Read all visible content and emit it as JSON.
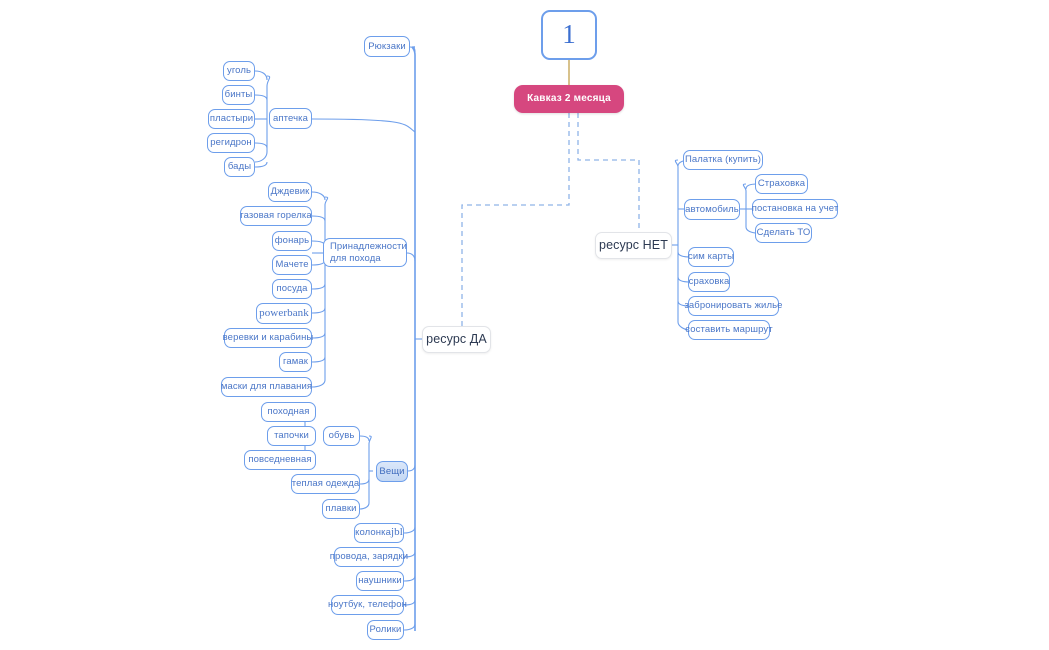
{
  "document": {
    "type": "mind-map",
    "title": "Кавказ 2 месяца",
    "colors": {
      "branch_stroke": "#6d9eeb",
      "node_border": "#6d9eeb",
      "node_text": "#4a76c7",
      "root_accent": "#d6477f",
      "root_connector": "#c8a85a",
      "dashed_link": "#8fb4e8",
      "neutral_text": "#2d3a52",
      "neutral_border": "#e2e4e8",
      "selected_fill": "#c4d8f4",
      "background": "#ffffff"
    }
  },
  "root": {
    "label": "1"
  },
  "main_topic": {
    "label": "Кавказ 2 месяца"
  },
  "branches": [
    {
      "id": "resource-yes",
      "label": "ресурс ДА",
      "style": "grey",
      "children": [
        {
          "id": "ryukzaki",
          "label": "Рюкзаки",
          "children": []
        },
        {
          "id": "aptechka",
          "label": "аптечка",
          "children": [
            {
              "id": "ugol",
              "label": "уголь"
            },
            {
              "id": "binty",
              "label": "бинты"
            },
            {
              "id": "plastyri",
              "label": "пластыри"
            },
            {
              "id": "regidron",
              "label": "регидрон"
            },
            {
              "id": "bady",
              "label": "бады"
            }
          ]
        },
        {
          "id": "prinadlezhnosti",
          "label": "Принадлежности для похода",
          "children": [
            {
              "id": "dzhdevik",
              "label": "Дждевик"
            },
            {
              "id": "gorelka",
              "label": "газовая горелка"
            },
            {
              "id": "fonar",
              "label": "фонарь"
            },
            {
              "id": "machete",
              "label": "Мачете"
            },
            {
              "id": "posuda",
              "label": "посуда"
            },
            {
              "id": "powerbank",
              "label": "powerbank",
              "font": "serif"
            },
            {
              "id": "verevki",
              "label": "веревки и карабины"
            },
            {
              "id": "gamak",
              "label": "гамак"
            },
            {
              "id": "maski",
              "label": "маски для плавания"
            }
          ]
        },
        {
          "id": "veshchi",
          "label": "Вещи",
          "style": "filled",
          "children": [
            {
              "id": "obuv",
              "label": "обувь",
              "children": [
                {
                  "id": "pohodnaya",
                  "label": "походная"
                },
                {
                  "id": "tapochki",
                  "label": "тапочки"
                },
                {
                  "id": "povsednevnaya",
                  "label": "повседневная"
                }
              ]
            },
            {
              "id": "teplaya",
              "label": "теплая одежда"
            },
            {
              "id": "plavki",
              "label": "плавки"
            }
          ]
        },
        {
          "id": "kolonka",
          "label": "колонка jbl",
          "font": "serif-mixed"
        },
        {
          "id": "provoda",
          "label": "провода, зарядки"
        },
        {
          "id": "naushniki",
          "label": "наушники"
        },
        {
          "id": "noutbuk",
          "label": "ноутбук, телефон"
        },
        {
          "id": "roliki",
          "label": "Ролики"
        }
      ]
    },
    {
      "id": "resource-no",
      "label": "ресурс НЕТ",
      "style": "grey",
      "children": [
        {
          "id": "palatka",
          "label": "Палатка (купить)"
        },
        {
          "id": "avtomobil",
          "label": "автомобиль",
          "children": [
            {
              "id": "strahovka-auto",
              "label": "Страховка"
            },
            {
              "id": "postanovka",
              "label": "постановка на учет"
            },
            {
              "id": "sdelat-to",
              "label": "Сделать ТО"
            }
          ]
        },
        {
          "id": "sim-karty",
          "label": "сим карты"
        },
        {
          "id": "srahovka",
          "label": "сраховка"
        },
        {
          "id": "zabronirovat",
          "label": "забронировать жилье"
        },
        {
          "id": "marshrut",
          "label": "составить маршрут"
        }
      ]
    }
  ]
}
